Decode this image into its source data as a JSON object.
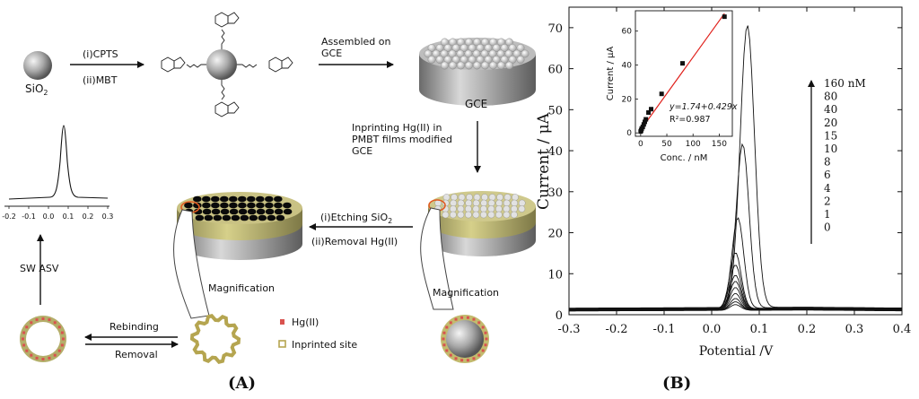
{
  "panel_a": {
    "label": "(A)",
    "sio2": "SiO",
    "sio2_sub": "2",
    "step1_i": "(i)CPTS",
    "step1_ii": "(ii)MBT",
    "assembled_1": "Assembled on",
    "assembled_2": "GCE",
    "gce": "GCE",
    "imprint_1": "Inprinting Hg(II) in",
    "imprint_2": "PMBT films modified",
    "imprint_3": "GCE",
    "etch_i": "(i)Etching SiO",
    "etch_i_sub": "2",
    "etch_ii": "(ii)Removal  Hg(II)",
    "magnification_left": "Magnification",
    "magnification_right": "Magnification",
    "swasv": "SW ASV",
    "rebinding": "Rebinding",
    "removal": "Removal",
    "legend_hg": "Hg(II)",
    "legend_site": "Inprinted site",
    "mini_ticks": [
      "-0.2",
      "-0.1",
      "0.0",
      "0.1",
      "0.2",
      "0.3"
    ],
    "colors": {
      "hg": "#d9534f",
      "site": "#b5a550",
      "gce_top": "#c8c8c8",
      "film": "#b8b070"
    }
  },
  "panel_b": {
    "label": "(B)",
    "ylabel": "Current / μA",
    "xlabel": "Potential /V",
    "x_ticks": [
      "-0.3",
      "-0.2",
      "-0.1",
      "0.0",
      "0.1",
      "0.2",
      "0.3",
      "0.4"
    ],
    "y_ticks": [
      "0",
      "10",
      "20",
      "30",
      "40",
      "50",
      "60",
      "70"
    ],
    "conc_labels": [
      "160 nM",
      "80",
      "40",
      "20",
      "15",
      "10",
      "8",
      "6",
      "4",
      "2",
      "1",
      "0"
    ],
    "inset": {
      "ylabel": "Current / μA",
      "xlabel": "Conc. / nM",
      "x_ticks": [
        "0",
        "50",
        "100",
        "150"
      ],
      "y_ticks": [
        "0",
        "20",
        "40",
        "60"
      ],
      "eq_text": "y=1.74+0.429x",
      "r2_text": "R²=0.987",
      "line_color": "#e0201b"
    }
  },
  "chart_data": [
    {
      "type": "line",
      "title": "",
      "xlabel": "Potential /V",
      "ylabel": "Current / μA",
      "xlim": [
        -0.3,
        0.4
      ],
      "ylim": [
        0,
        75
      ],
      "legend_placement": "right",
      "series": [
        {
          "name": "160 nM",
          "peak_x": 0.075,
          "peak_y": 70.5,
          "baseline": 1.6
        },
        {
          "name": "80",
          "peak_x": 0.065,
          "peak_y": 41.5,
          "baseline": 1.5
        },
        {
          "name": "40",
          "peak_x": 0.055,
          "peak_y": 23.5,
          "baseline": 1.4
        },
        {
          "name": "20",
          "peak_x": 0.05,
          "peak_y": 15.0,
          "baseline": 1.3
        },
        {
          "name": "15",
          "peak_x": 0.05,
          "peak_y": 12.0,
          "baseline": 1.3
        },
        {
          "name": "10",
          "peak_x": 0.05,
          "peak_y": 9.5,
          "baseline": 1.2
        },
        {
          "name": "8",
          "peak_x": 0.05,
          "peak_y": 8.0,
          "baseline": 1.2
        },
        {
          "name": "6",
          "peak_x": 0.05,
          "peak_y": 6.5,
          "baseline": 1.1
        },
        {
          "name": "4",
          "peak_x": 0.05,
          "peak_y": 5.0,
          "baseline": 1.1
        },
        {
          "name": "2",
          "peak_x": 0.05,
          "peak_y": 3.8,
          "baseline": 1.0
        },
        {
          "name": "1",
          "peak_x": 0.05,
          "peak_y": 3.0,
          "baseline": 1.0
        },
        {
          "name": "0",
          "peak_x": 0.05,
          "peak_y": 2.3,
          "baseline": 0.9
        }
      ]
    },
    {
      "type": "scatter",
      "title": "",
      "xlabel": "Conc. / nM",
      "ylabel": "Current / μA",
      "xlim": [
        -10,
        175
      ],
      "ylim": [
        -2,
        72
      ],
      "points": [
        {
          "x": 0,
          "y": 0.8
        },
        {
          "x": 1,
          "y": 1.5
        },
        {
          "x": 2,
          "y": 2.5
        },
        {
          "x": 4,
          "y": 3.5
        },
        {
          "x": 6,
          "y": 5
        },
        {
          "x": 8,
          "y": 6.5
        },
        {
          "x": 10,
          "y": 8
        },
        {
          "x": 15,
          "y": 12
        },
        {
          "x": 20,
          "y": 14
        },
        {
          "x": 40,
          "y": 23
        },
        {
          "x": 80,
          "y": 41
        },
        {
          "x": 160,
          "y": 68.5
        }
      ],
      "fit": {
        "intercept": 1.74,
        "slope": 0.429
      }
    }
  ]
}
